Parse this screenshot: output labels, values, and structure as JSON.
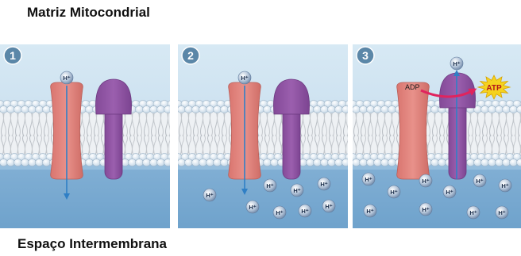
{
  "labels": {
    "top": "Matriz Mitocondrial",
    "bottom": "Espaço Intermembrana"
  },
  "ion_label": "H⁺",
  "panels": [
    {
      "number": "1"
    },
    {
      "number": "2"
    },
    {
      "number": "3",
      "adp_label": "ADP",
      "atp_label": "ATP"
    }
  ],
  "colors": {
    "matrix": "#d7e9f4",
    "intermembrane": "#6fa3cc",
    "channel_protein": "#e8918a",
    "atp_synthase": "#9b5fae",
    "proton_arrow": "#2f7fc5",
    "adp_arrow": "#e0245e",
    "atp_burst": "#f5d21f",
    "number_badge": "#5b87a8"
  }
}
